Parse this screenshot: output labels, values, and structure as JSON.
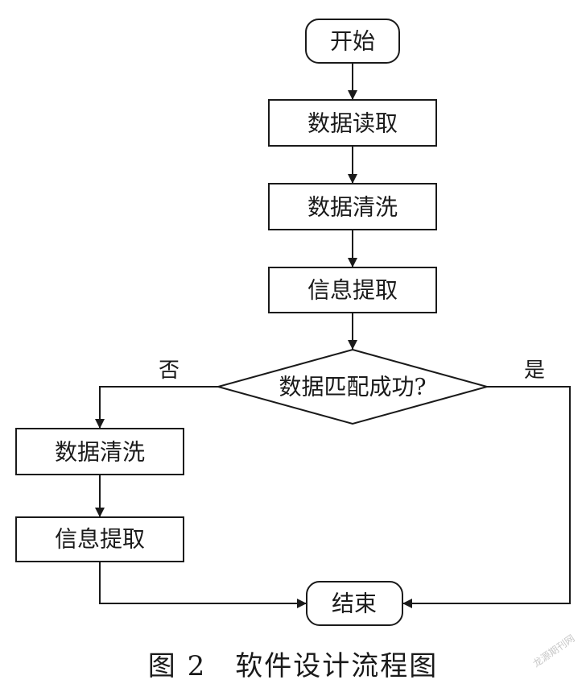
{
  "nodes": {
    "start": "开始",
    "read": "数据读取",
    "clean1": "数据清洗",
    "extract1": "信息提取",
    "decision": "数据匹配成功?",
    "clean2": "数据清洗",
    "extract2": "信息提取",
    "end": "结束"
  },
  "edges": {
    "no_label": "否",
    "yes_label": "是"
  },
  "caption": "图 2　软件设计流程图",
  "watermark": "龙源期刊网",
  "colors": {
    "stroke": "#1a1a1a",
    "background": "#ffffff",
    "watermark": "#c8c8c8"
  }
}
